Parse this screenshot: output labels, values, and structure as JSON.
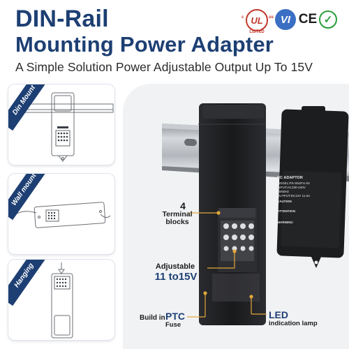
{
  "header": {
    "title_line1": "DIN-Rail",
    "title_line2": "Mounting Power Adapter",
    "subtitle": "A Simple Solution Power Adjustable Output Up To 15V"
  },
  "certifications": {
    "ul_mark": "UL",
    "ul_c": "c",
    "ul_us": "us",
    "ul_listed": "LISTED",
    "vi_mark": "VI",
    "ce_mark": "CE",
    "rcm_icon": "check-circle-icon"
  },
  "panels": [
    {
      "label": "Din Mount"
    },
    {
      "label": "Wall mount"
    },
    {
      "label": "Hanging"
    }
  ],
  "callouts": {
    "terminal_count": "4",
    "terminal_label": "Terminal blocks",
    "adjustable_label": "Adjustable",
    "adjustable_value": "11 to15V",
    "ptc_prefix": "Build in",
    "ptc_big": "PTC",
    "ptc_suffix": "Fuse",
    "led_big": "LED",
    "led_sub": "indication lamp"
  },
  "product_label": {
    "title": "DC ADAPTOR",
    "line1": "MODEL:PS-SN2FU-04",
    "line2": "INPUT:AC100-240V",
    "line3": "50/60Hz",
    "line4": "OUTPUT:DC12V 11.5A",
    "caution": "CAUTION",
    "attention": "ATTENTION",
    "warning": "WARNING:"
  },
  "colors": {
    "brand_navy": "#1d3f73",
    "callout_line": "#e2a83a",
    "device_black": "#1a1a1c",
    "rail_silver": "#b9bcc0"
  }
}
